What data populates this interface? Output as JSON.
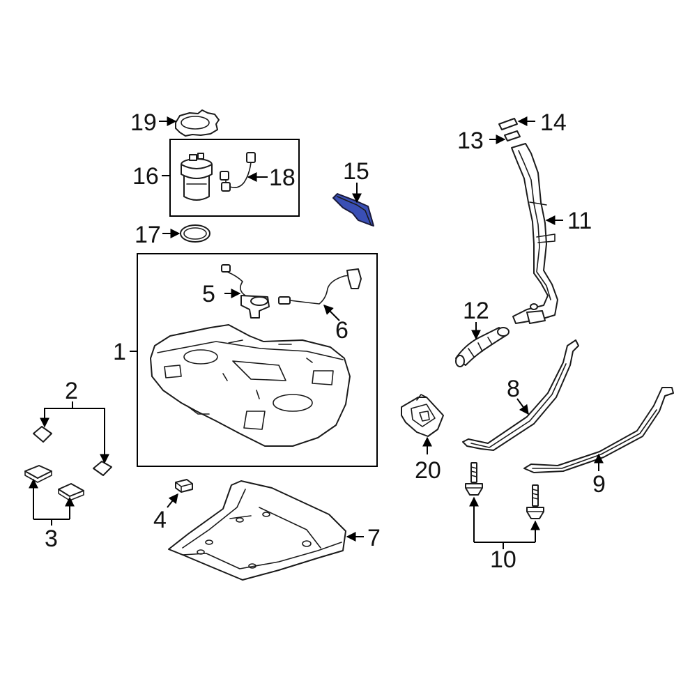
{
  "highlight_color": "#3a4fb5",
  "callouts": {
    "c1": "1",
    "c2": "2",
    "c3": "3",
    "c4": "4",
    "c5": "5",
    "c6": "6",
    "c7": "7",
    "c8": "8",
    "c9": "9",
    "c10": "10",
    "c11": "11",
    "c12": "12",
    "c13": "13",
    "c14": "14",
    "c15": "15",
    "c16": "16",
    "c17": "17",
    "c18": "18",
    "c19": "19",
    "c20": "20"
  }
}
